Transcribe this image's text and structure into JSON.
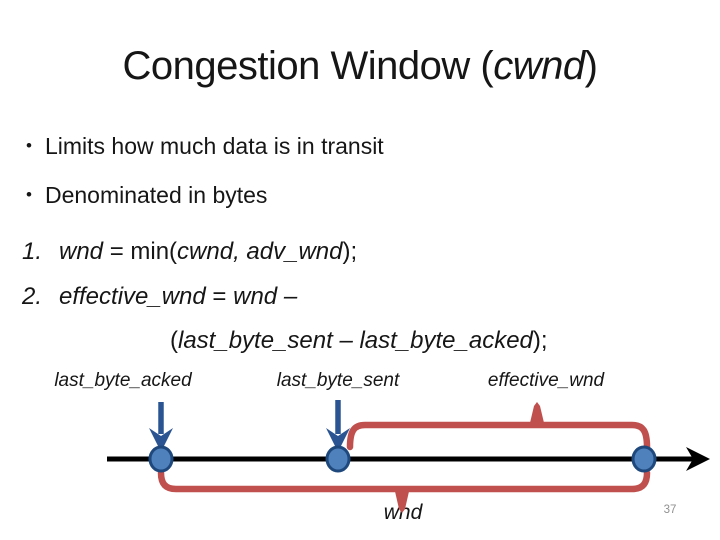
{
  "slide": {
    "title": {
      "pre": "Congestion Window (",
      "cwnd": "cwnd",
      "post": ")"
    },
    "bullet_char": "•",
    "bullets": [
      "Limits how much data is in transit",
      "Denominated in bytes"
    ],
    "numbered": [
      {
        "num": "1.",
        "parts": [
          "wnd",
          " = min(",
          "cwnd, adv_wnd",
          ");"
        ]
      },
      {
        "num": "2.",
        "parts": [
          "effective_wnd",
          " = ",
          "wnd –"
        ]
      },
      {
        "continuation": [
          "(",
          "last_byte_sent – last_byte_acked",
          ");"
        ]
      }
    ],
    "page_number": "37"
  },
  "diagram": {
    "labels": {
      "last_byte_acked": "last_byte_acked",
      "last_byte_sent": "last_byte_sent",
      "effective_wnd": "effective_wnd",
      "wnd": "wnd"
    },
    "colors": {
      "timeline": "#000000",
      "bracket": "#C0504D",
      "arrow": "#2B5592",
      "dot_fill": "#4F81BD",
      "dot_border": "#1F497D"
    }
  }
}
